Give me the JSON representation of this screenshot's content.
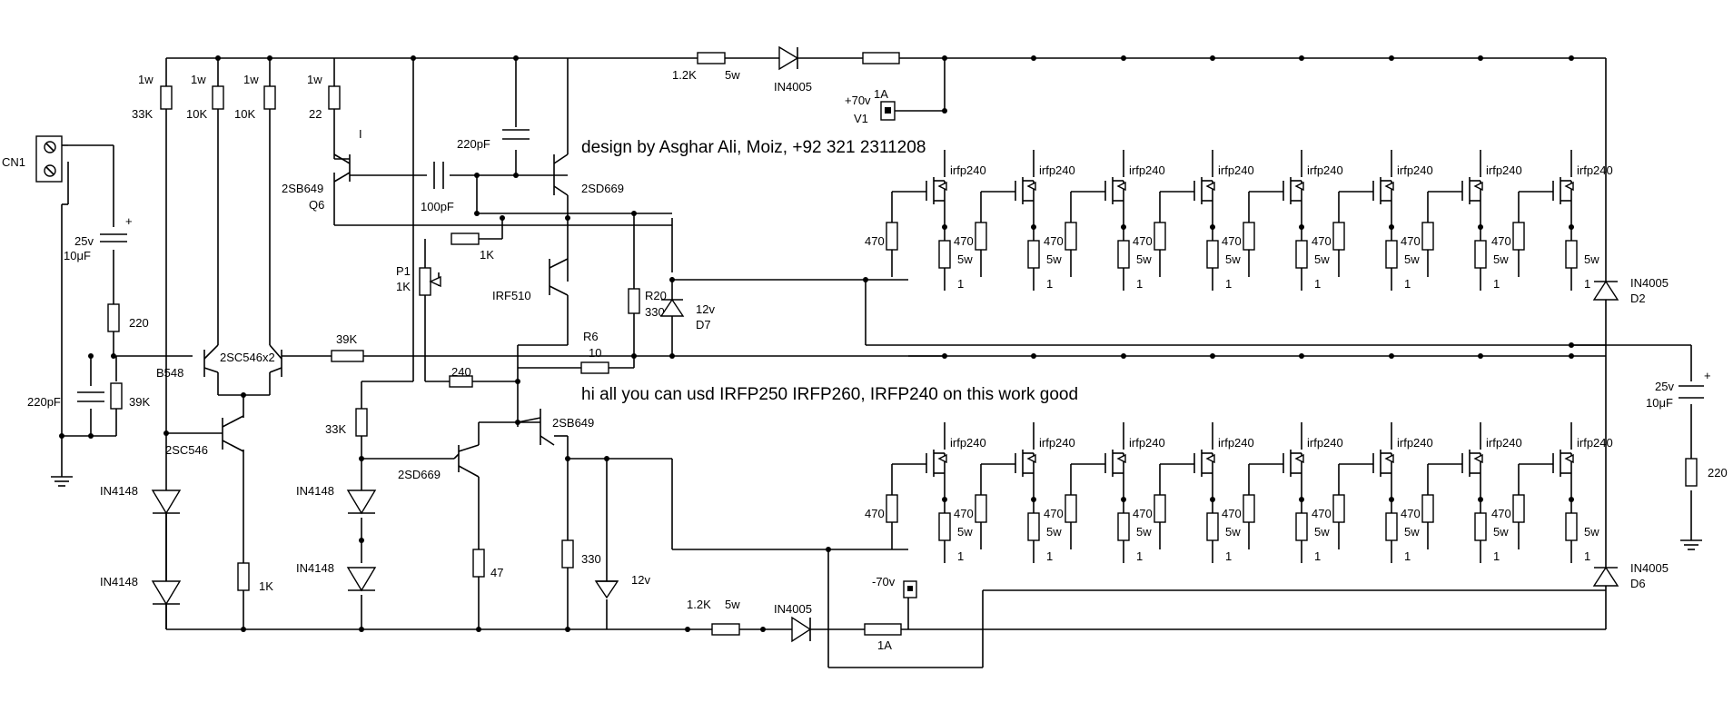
{
  "notes": {
    "design_credit": "design by Asghar Ali, Moiz, +92 321 2311208",
    "mosfet_note": "hi all you can usd IRFP250 IRFP260, IRFP240 on this work good"
  },
  "input": {
    "connector": "CN1",
    "cap_in_voltage": "25v",
    "cap_in_value": "10μF",
    "r_input": "220",
    "cap_filter": "220pF",
    "r_bias": "39K"
  },
  "front_end": {
    "r1_power": "1w",
    "r1_value": "33K",
    "r2_power": "1w",
    "r2_value": "10K",
    "r3_power": "1w",
    "r3_value": "10K",
    "r4_power": "1w",
    "r4_value": "22",
    "q6_type": "2SB649",
    "q6_name": "Q6",
    "diff_pair": "2SC546x2",
    "b548": "B548",
    "ccs_transistor": "2SC546",
    "diode_1": "IN4148",
    "diode_2": "IN4148",
    "r_ccs": "1K",
    "r_feedback": "39K",
    "vas_r": "33K",
    "vas_diode_1": "IN4148",
    "vas_diode_2": "IN4148",
    "vas_transistor": "2SD669",
    "vas_r_emitter": "47",
    "mark_i": "I"
  },
  "driver": {
    "cap_220": "220pF",
    "cap_100": "100pF",
    "q_top": "2SD669",
    "pot": "P1",
    "pot_value": "1K",
    "r_1k": "1K",
    "bias_fet": "IRF510",
    "r20_name": "R20",
    "r20_value": "330",
    "zener_top_v": "12v",
    "zener_top_name": "D7",
    "r6_name": "R6",
    "r6_value": "10",
    "r_240": "240",
    "q_bottom": "2SB649",
    "r_330": "330",
    "zener_bottom_v": "12v"
  },
  "supply": {
    "top_r": "1.2K",
    "top_r_power": "5w",
    "top_diode": "IN4005",
    "pos_voltage": "+70v",
    "pos_fuse": "1A",
    "pos_name": "V1",
    "bottom_r": "1.2K",
    "bottom_r_power": "5w",
    "bottom_diode": "IN4005",
    "neg_voltage": "-70v",
    "neg_fuse": "1A"
  },
  "output_stage": {
    "mosfet_label": "irfp240",
    "gate_r": "470",
    "src_r_power": "5w",
    "src_r_value": "1",
    "top_count": 8,
    "bottom_count": 8
  },
  "protection": {
    "d2_type": "IN4005",
    "d2_name": "D2",
    "d6_type": "IN4005",
    "d6_name": "D6"
  },
  "zobel": {
    "cap_voltage": "25v",
    "cap_value": "10μF",
    "r_value": "220"
  }
}
